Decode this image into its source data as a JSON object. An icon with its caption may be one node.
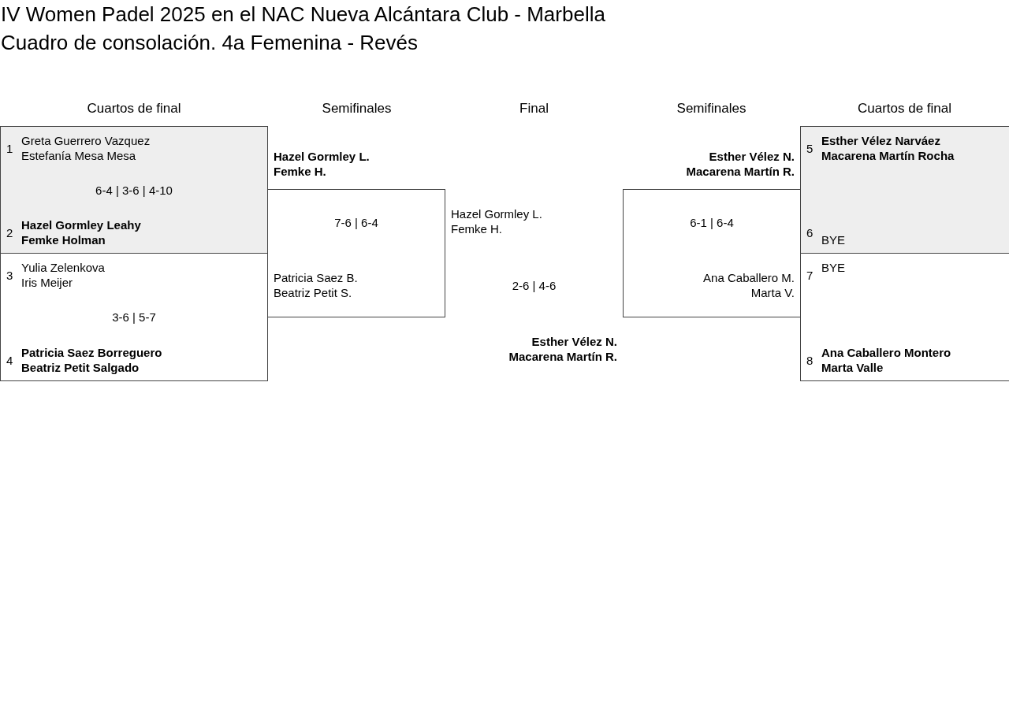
{
  "diagram": {
    "title": "IV Women Padel 2025 en el NAC Nueva Alcántara Club - Marbella",
    "caption": "Cuadro de consolación. 4a Femenina - Revés",
    "nodes": [
      {
        "text": [
          "1",
          "Greta Guerrero Vazquez Estefanía Mesa Mesa",
          "6-4 | 3-6 | 4-10",
          "2",
          "**Hazel Gormley Leahy Femke Holman**"
        ]
      },
      {
        "text": [
          "3",
          "Yulia Zelenkova Iris Meijer",
          "3-6 | 5-7",
          "4",
          "**Patricia Saez Borreguero Beatriz Petit Salgado**"
        ]
      },
      {
        "text": [
          "**Hazel Gormley L. Femke H.**",
          "7-6 | 6-4",
          "Patricia Saez B. Beatriz Petit S."
        ]
      },
      {
        "text": [
          "**Esther Vélez N. Macarena Martín R.**",
          "6-1 | 6-4",
          "Ana Caballero M. Marta V."
        ]
      },
      {
        "text": [
          "5",
          "**Esther Vélez Narváez Macarena Martín Rocha**",
          "6",
          "BYE"
        ]
      },
      {
        "text": [
          "7",
          "BYE",
          "8",
          "**Ana Caballero Montero Marta Valle**"
        ]
      }
    ],
    "labels": [
      "Cuartos de final",
      "Semifinales",
      "Final",
      "Semifinales",
      "Cuartos de final",
      "Hazel Gormley L. Femke H.",
      "2-6 | 4-6",
      "Esther Vélez N. Macarena Martín R."
    ]
  }
}
